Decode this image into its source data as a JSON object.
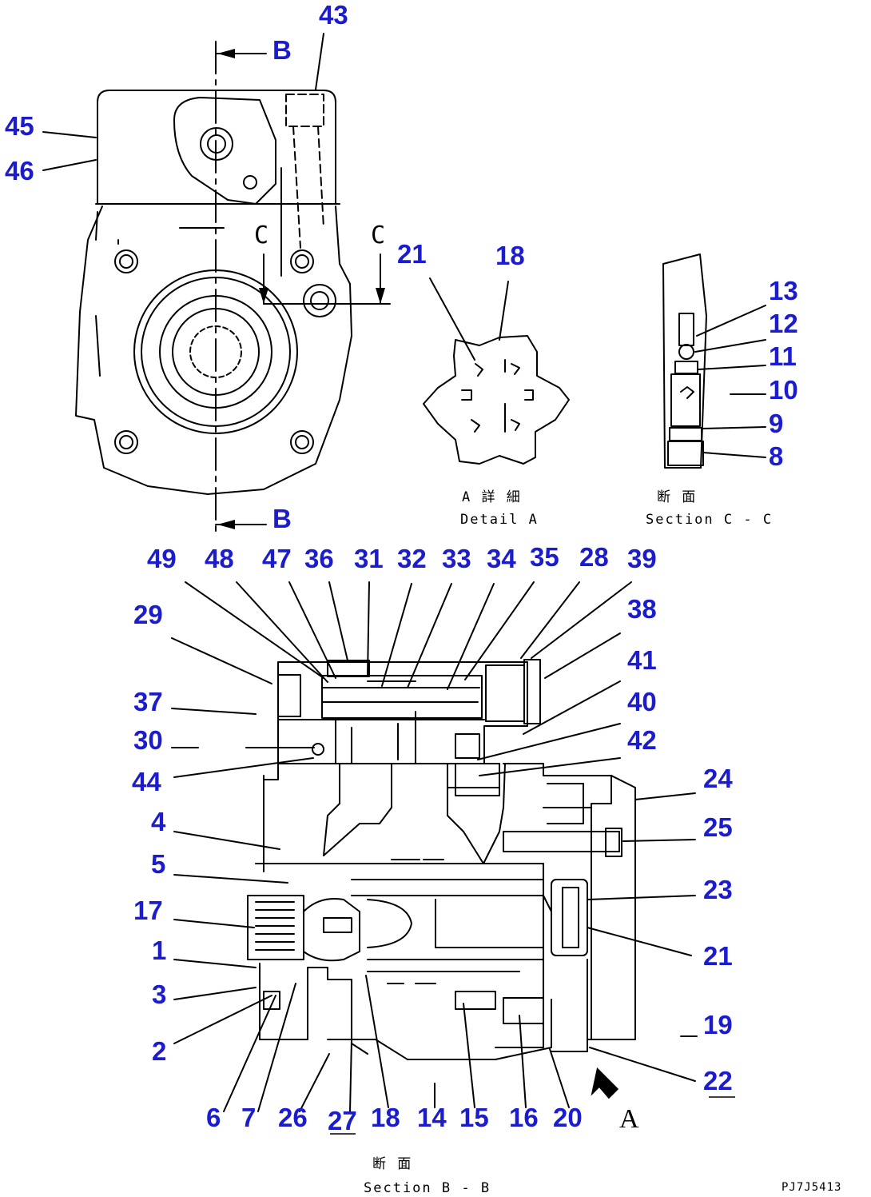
{
  "section_markers": {
    "b_top": "B",
    "b_bottom": "B",
    "c_left": "C",
    "c_right": "C",
    "view_arrow": "A"
  },
  "captions": {
    "detail_jp": "A 詳 細",
    "detail_en": "Detail A",
    "section_cc_jp": "断 面",
    "section_cc_en": "Section C - C",
    "section_bb_jp": "断 面",
    "section_bb_en": "Section B - B",
    "figure_code": "PJ7J5413"
  },
  "callouts": {
    "top_view": [
      "43",
      "45",
      "46"
    ],
    "detail_a": [
      "21",
      "18"
    ],
    "section_cc": [
      "13",
      "12",
      "11",
      "10",
      "9",
      "8"
    ],
    "section_bb_top_row": [
      "49",
      "48",
      "47",
      "36",
      "31",
      "32",
      "33",
      "34",
      "35",
      "28",
      "39"
    ],
    "section_bb_left": [
      "29",
      "37",
      "30",
      "44",
      "4",
      "5",
      "17",
      "1",
      "3",
      "2"
    ],
    "section_bb_right": [
      "38",
      "41",
      "40",
      "42",
      "24",
      "25",
      "23",
      "21",
      "19",
      "22"
    ],
    "section_bb_bottom_row": [
      "6",
      "7",
      "26",
      "27",
      "18",
      "14",
      "15",
      "16",
      "20"
    ]
  },
  "colors": {
    "callout": "#1c1ccf",
    "line": "#000000",
    "background": "#ffffff"
  }
}
